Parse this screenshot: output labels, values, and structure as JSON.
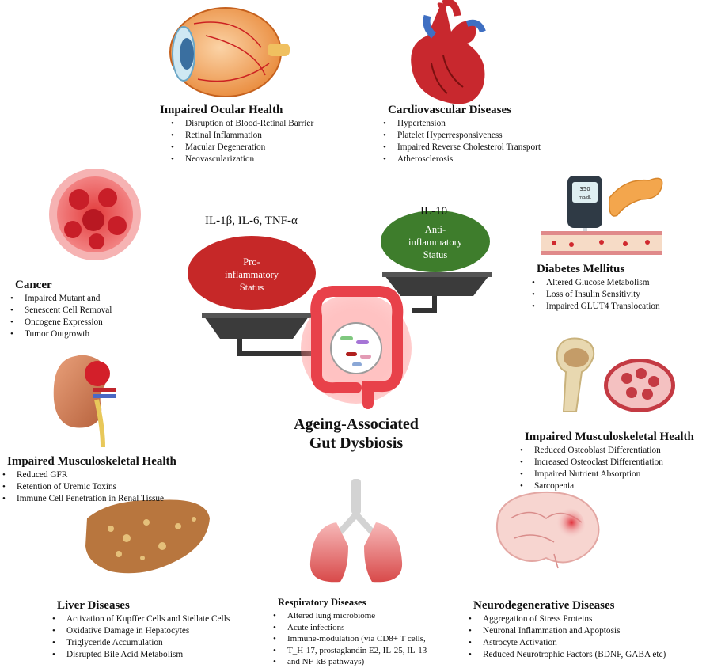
{
  "center": {
    "title_line1": "Ageing-Associated",
    "title_line2": "Gut Dysbiosis"
  },
  "scale": {
    "left_cytokines": "IL-1β, IL-6, TNF-α",
    "right_cytokines": "IL-10",
    "left_status": [
      "Pro-",
      "inflammatory",
      "Status"
    ],
    "right_status": [
      "Anti-",
      "inflammatory",
      "Status"
    ]
  },
  "colors": {
    "pro": "#c62828",
    "anti": "#3e7d2c",
    "pan": "#444444"
  },
  "blocks": {
    "ocular": {
      "title": "Impaired Ocular Health",
      "items": [
        "Disruption of Blood-Retinal Barrier",
        "Retinal Inflammation",
        "Macular Degeneration",
        "Neovascularization"
      ]
    },
    "cardio": {
      "title": "Cardiovascular Diseases",
      "items": [
        "Hypertension",
        "Platelet Hyperresponsiveness",
        "Impaired Reverse Cholesterol Transport",
        "Atherosclerosis"
      ]
    },
    "diabetes": {
      "title": "Diabetes Mellitus",
      "items": [
        "Altered Glucose Metabolism",
        "Loss of Insulin Sensitivity",
        "Impaired GLUT4 Translocation"
      ]
    },
    "cancer": {
      "title": "Cancer",
      "items": [
        "Impaired Mutant and",
        "Senescent Cell Removal",
        "Oncogene Expression",
        "Tumor Outgrowth"
      ]
    },
    "musculo": {
      "title": "Impaired Musculoskeletal Health",
      "items": [
        "Reduced Osteoblast Differentiation",
        "Increased Osteoclast Differentiation",
        "Impaired Nutrient Absorption",
        "Sarcopenia"
      ]
    },
    "renal": {
      "title": "Impaired Musculoskeletal Health",
      "items": [
        "Reduced GFR",
        "Retention of Uremic Toxins",
        "Immune Cell Penetration in Renal Tissue"
      ]
    },
    "liver": {
      "title": "Liver Diseases",
      "items": [
        "Activation of Kupffer Cells and Stellate Cells",
        "Oxidative Damage in Hepatocytes",
        "Triglyceride Accumulation",
        "Disrupted Bile Acid Metabolism"
      ]
    },
    "resp": {
      "title": "Respiratory Diseases",
      "items": [
        "Altered lung microbiome",
        "Acute infections",
        "Immune-modulation (via CD8+ T cells,",
        "T_H-17, prostaglandin E2, IL-25, IL-13",
        "and NF-kB pathways)"
      ]
    },
    "neuro": {
      "title": "Neurodegenerative Diseases",
      "items": [
        "Aggregation of Stress Proteins",
        "Neuronal Inflammation and Apoptosis",
        "Astrocyte Activation",
        "Reduced Neurotrophic Factors (BDNF,  GABA etc)"
      ]
    }
  },
  "glucometer_reading": [
    "350",
    "mg/dL"
  ]
}
